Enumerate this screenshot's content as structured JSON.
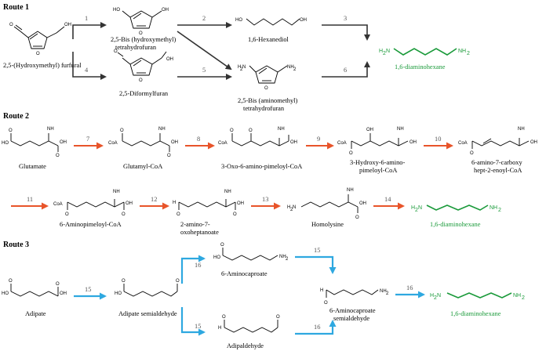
{
  "routes": {
    "r1": "Route 1",
    "r2": "Route 2",
    "r3": "Route 3"
  },
  "colors": {
    "red_arrow": "#e8542a",
    "blue_arrow": "#2ea8e0",
    "product": "#1a9a3a"
  },
  "route1": {
    "hmf": "2,5-(Hydroxymethyl) furfural",
    "bhmthf_1": "2,5-Bis (hydroxymethyl)",
    "bhmthf_2": "tetrahydrofuran",
    "hexanediol": "1,6-Hexanediol",
    "product": "1,6-diaminohexane",
    "dff": "2,5-Diformylfuran",
    "bamthf_1": "2,5-Bis (aminomethyl)",
    "bamthf_2": "tetrahydrofuran",
    "steps": [
      "1",
      "2",
      "3",
      "4",
      "5",
      "6"
    ]
  },
  "route2": {
    "glutamate": "Glutamate",
    "glutamyl_coa": "Glutamyl-CoA",
    "oxo": "3-Oxo-6-amino-pimeloyl-CoA",
    "hydroxy_1": "3-Hydroxy-6-amino-",
    "hydroxy_2": "pimeloyl-CoA",
    "enoyl_1": "6-amino-7-carboxy",
    "enoyl_2": "hept-2-enoyl-CoA",
    "aminopimeloyl": "6-Aminopimeloyl-CoA",
    "oxoheptanoate_1": "2-amino-7-",
    "oxoheptanoate_2": "oxoheptanoate",
    "homolysine": "Homolysine",
    "product": "1,6-diaminohexane",
    "steps": [
      "7",
      "8",
      "9",
      "10",
      "11",
      "12",
      "13",
      "14"
    ]
  },
  "route3": {
    "adipate": "Adipate",
    "semialdehyde": "Adipate semialdehyde",
    "aminocaproate": "6-Aminocaproate",
    "adipaldehyde": "Adipaldehyde",
    "acs_1": "6-Aminocaproate",
    "acs_2": "semialdehyde",
    "product": "1,6-diaminohexane",
    "steps": [
      "15",
      "16",
      "15",
      "15",
      "16",
      "16"
    ]
  },
  "atoms": {
    "O": "O",
    "OH": "OH",
    "HO": "HO",
    "NH2": "NH",
    "H2N": "H",
    "CoA": "CoA",
    "H": "H",
    "sub2": "2",
    "N": "N"
  }
}
